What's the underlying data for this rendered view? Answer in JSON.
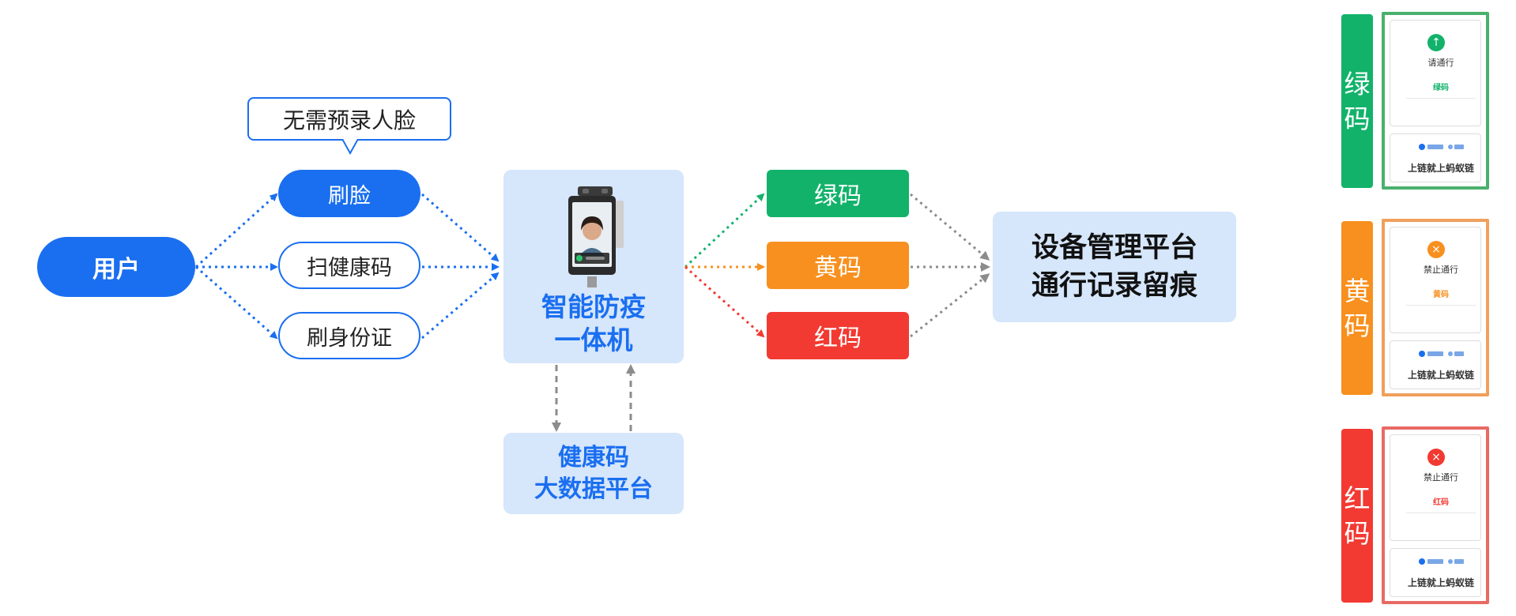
{
  "user": {
    "label": "用户"
  },
  "callout": {
    "text": "无需预录人脸"
  },
  "methods": {
    "face": "刷脸",
    "scan": "扫健康码",
    "id": "刷身份证"
  },
  "device": {
    "line1": "智能防疫",
    "line2": "一体机"
  },
  "bigdata": {
    "line1": "健康码",
    "line2": "大数据平台"
  },
  "codes": {
    "green": "绿码",
    "yellow": "黄码",
    "red": "红码"
  },
  "platform": {
    "line1": "设备管理平台",
    "line2": "通行记录留痕"
  },
  "side": {
    "green": {
      "tag_1": "绿",
      "tag_2": "码",
      "status": "请通行",
      "code": "绿码",
      "chain": "上链就上蚂蚁链",
      "icon": "arrow-up-icon"
    },
    "yellow": {
      "tag_1": "黄",
      "tag_2": "码",
      "status": "禁止通行",
      "code": "黄码",
      "chain": "上链就上蚂蚁链",
      "icon": "cross-icon"
    },
    "red": {
      "tag_1": "红",
      "tag_2": "码",
      "status": "禁止通行",
      "code": "红码",
      "chain": "上链就上蚂蚁链",
      "icon": "cross-icon"
    }
  },
  "colors": {
    "blue": "#1a6ff0",
    "light_blue": "#d6e6fb",
    "green": "#12b26a",
    "yellow": "#f7901e",
    "red": "#f23a32",
    "gray": "#8c8c8c"
  }
}
